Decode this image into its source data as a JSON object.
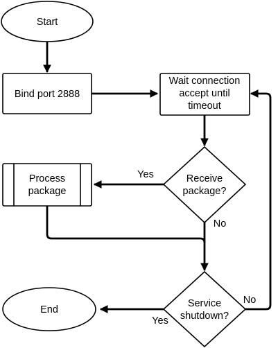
{
  "nodes": {
    "start": {
      "lines": [
        "Start"
      ]
    },
    "bind_port": {
      "lines": [
        "Bind port 2888"
      ]
    },
    "wait": {
      "lines": [
        "Wait connection",
        "accept until",
        "timeout"
      ]
    },
    "receive": {
      "lines": [
        "Receive",
        "package?"
      ]
    },
    "process": {
      "lines": [
        "Process",
        "package"
      ]
    },
    "shutdown": {
      "lines": [
        "Service",
        "shutdown?"
      ]
    },
    "end": {
      "lines": [
        "End"
      ]
    }
  },
  "edge_labels": {
    "receive_yes": "Yes",
    "receive_no": "No",
    "shutdown_no": "No",
    "shutdown_yes": "Yes"
  }
}
